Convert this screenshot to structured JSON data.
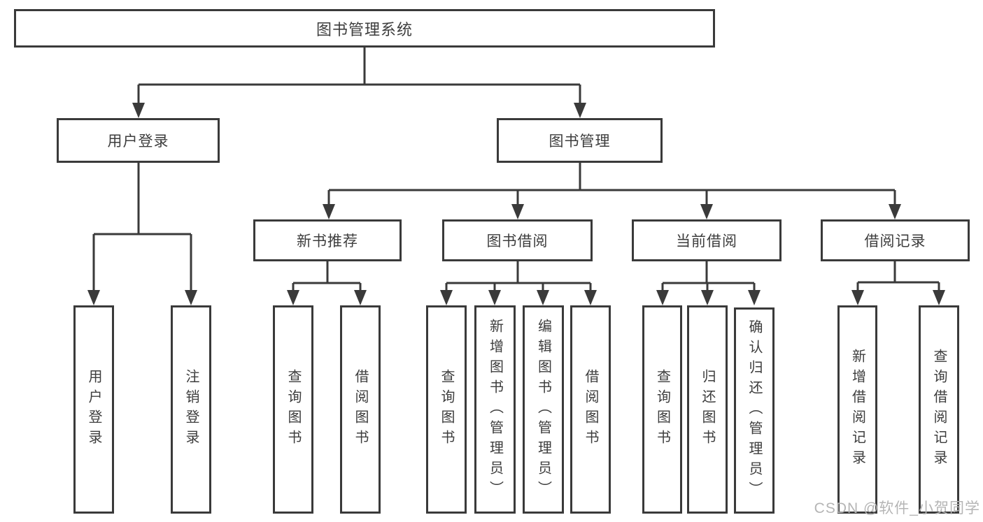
{
  "tree": {
    "root": "图书管理系统",
    "branches": [
      {
        "label": "用户登录",
        "children": [
          {
            "label": "用户登录"
          },
          {
            "label": "注销登录"
          }
        ]
      },
      {
        "label": "图书管理",
        "children": [
          {
            "label": "新书推荐",
            "children": [
              {
                "label": "查询图书"
              },
              {
                "label": "借阅图书"
              }
            ]
          },
          {
            "label": "图书借阅",
            "children": [
              {
                "label": "查询图书"
              },
              {
                "label": "新增图书（管理员）"
              },
              {
                "label": "编辑图书（管理员）"
              },
              {
                "label": "借阅图书"
              }
            ]
          },
          {
            "label": "当前借阅",
            "children": [
              {
                "label": "查询图书"
              },
              {
                "label": "归还图书"
              },
              {
                "label": "确认归还（管理员）"
              }
            ]
          },
          {
            "label": "借阅记录",
            "children": [
              {
                "label": "新增借阅记录"
              },
              {
                "label": "查询借阅记录"
              }
            ]
          }
        ]
      }
    ]
  },
  "watermark": {
    "text": "CSDN @软件_小贺同学"
  },
  "colors": {
    "line": "#3a3a3a",
    "text": "#3d3d3d",
    "watermark": "#b5b5b5",
    "background": "#ffffff"
  }
}
